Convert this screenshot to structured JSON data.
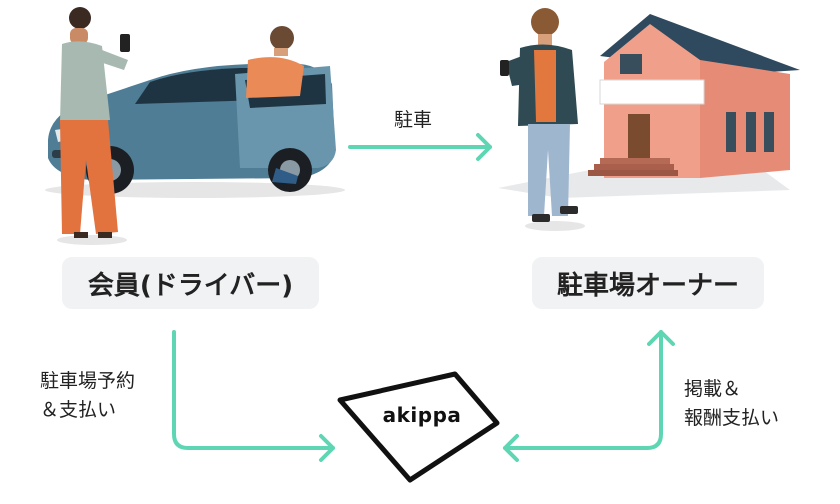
{
  "labels": {
    "parking": "駐車",
    "member": "会員(ドライバー)",
    "owner": "駐車場オーナー",
    "reserve_line1": "駐車場予約",
    "reserve_line2": "＆支払い",
    "listing_line1": "掲載＆",
    "listing_line2": "報酬支払い",
    "brand": "akippa"
  },
  "colors": {
    "arrow": "#5fd6b3",
    "pill_bg": "#f1f2f4",
    "car": "#4f7d95",
    "house_wall": "#f0a08a",
    "roof": "#2f4a5e"
  },
  "icons": [
    "driver-illustration",
    "car-illustration",
    "owner-illustration",
    "house-illustration",
    "akippa-logo"
  ]
}
